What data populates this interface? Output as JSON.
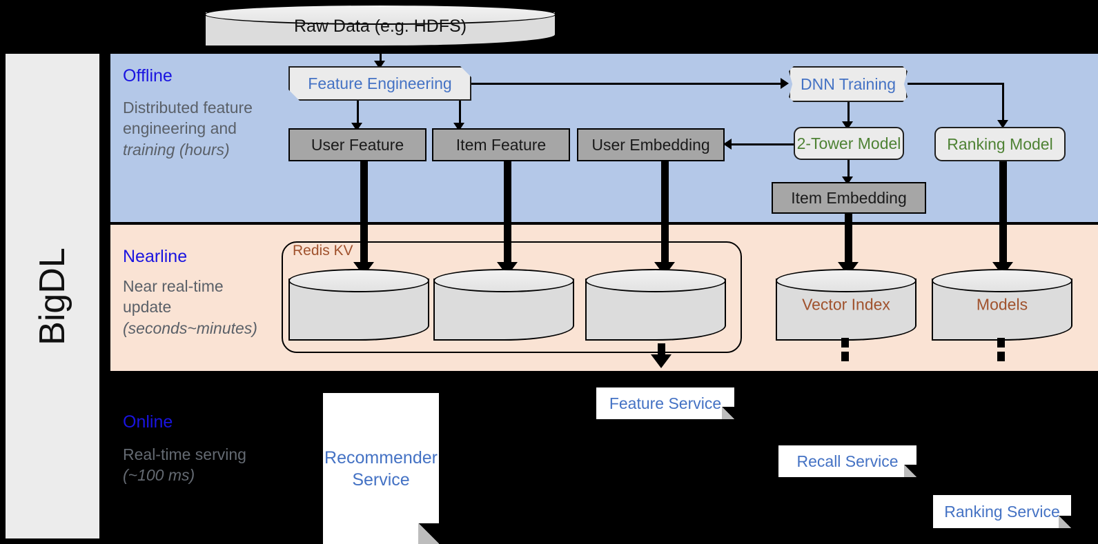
{
  "sidebar": {
    "label": "BigDL"
  },
  "bands": {
    "offline": {
      "title": "Offline",
      "subtitle": "Distributed feature engineering and ",
      "subtitle_em": "training (hours)"
    },
    "nearline": {
      "title": "Nearline",
      "subtitle": "Near real-time update ",
      "subtitle_em": "(seconds~minutes)"
    },
    "online": {
      "title": "Online",
      "subtitle": "Real-time serving ",
      "subtitle_em": "(~100 ms)"
    }
  },
  "nodes": {
    "raw_data": "Raw Data (e.g. HDFS)",
    "feature_engineering": "Feature Engineering",
    "dnn_training": "DNN Training",
    "user_feature": "User Feature",
    "item_feature": "Item Feature",
    "user_embedding": "User Embedding",
    "two_tower_model": "2-Tower Model",
    "ranking_model": "Ranking Model",
    "item_embedding": "Item Embedding",
    "redis_kv": "Redis KV",
    "kv_store_1": "",
    "kv_store_2": "",
    "kv_store_3": "",
    "vector_index": "Vector Index",
    "models": "Models",
    "recommender_service": "Recommender Service",
    "feature_service": "Feature Service",
    "recall_service": "Recall Service",
    "ranking_service": "Ranking Service"
  },
  "colors": {
    "offline_band": "#b4c8e8",
    "nearline_band": "#fae3d4",
    "online_band": "#000000",
    "band_title": "#1a14e0",
    "blue_text": "#4472c4",
    "green_text": "#4e8234",
    "brown_text": "#a0522d",
    "gray_box": "#a6a6a6",
    "light_box": "#ebebeb",
    "sidebar": "#ececec"
  }
}
